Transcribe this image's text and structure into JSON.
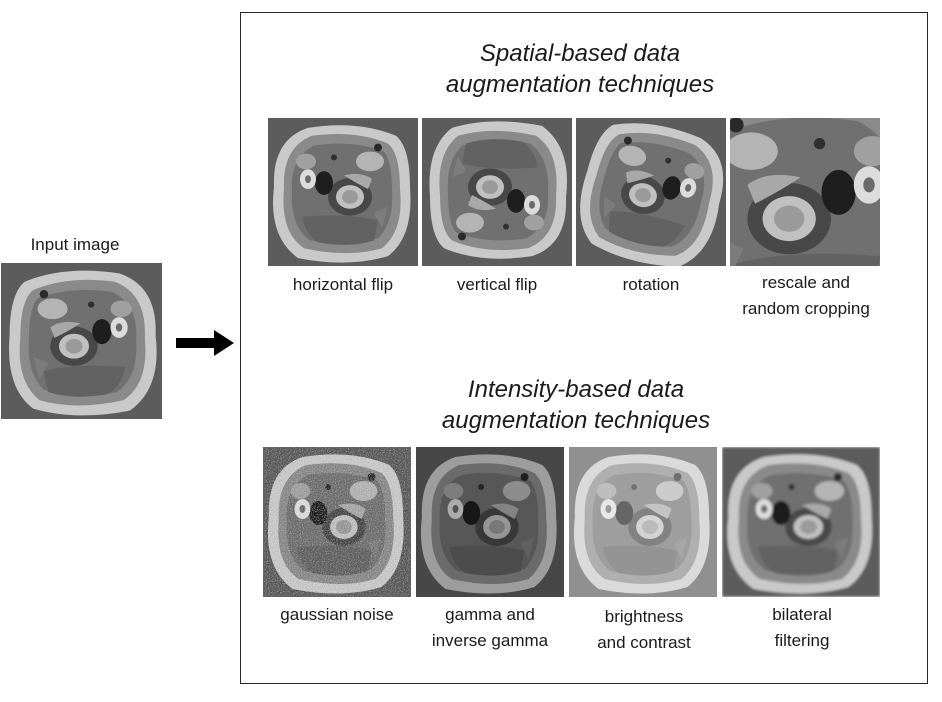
{
  "input": {
    "label": "Input image"
  },
  "panel": {
    "spatial_heading": "Spatial-based data\naugmentation techniques",
    "intensity_heading": "Intensity-based data\naugmentation techniques",
    "spatial": [
      {
        "caption": "horizontal flip"
      },
      {
        "caption": "vertical flip"
      },
      {
        "caption": "rotation"
      },
      {
        "caption": "rescale and\nrandom cropping"
      }
    ],
    "intensity": [
      {
        "caption": "gaussian noise"
      },
      {
        "caption": "gamma and\ninverse gamma"
      },
      {
        "caption": "brightness\nand contrast"
      },
      {
        "caption": "bilateral\nfiltering"
      }
    ]
  }
}
